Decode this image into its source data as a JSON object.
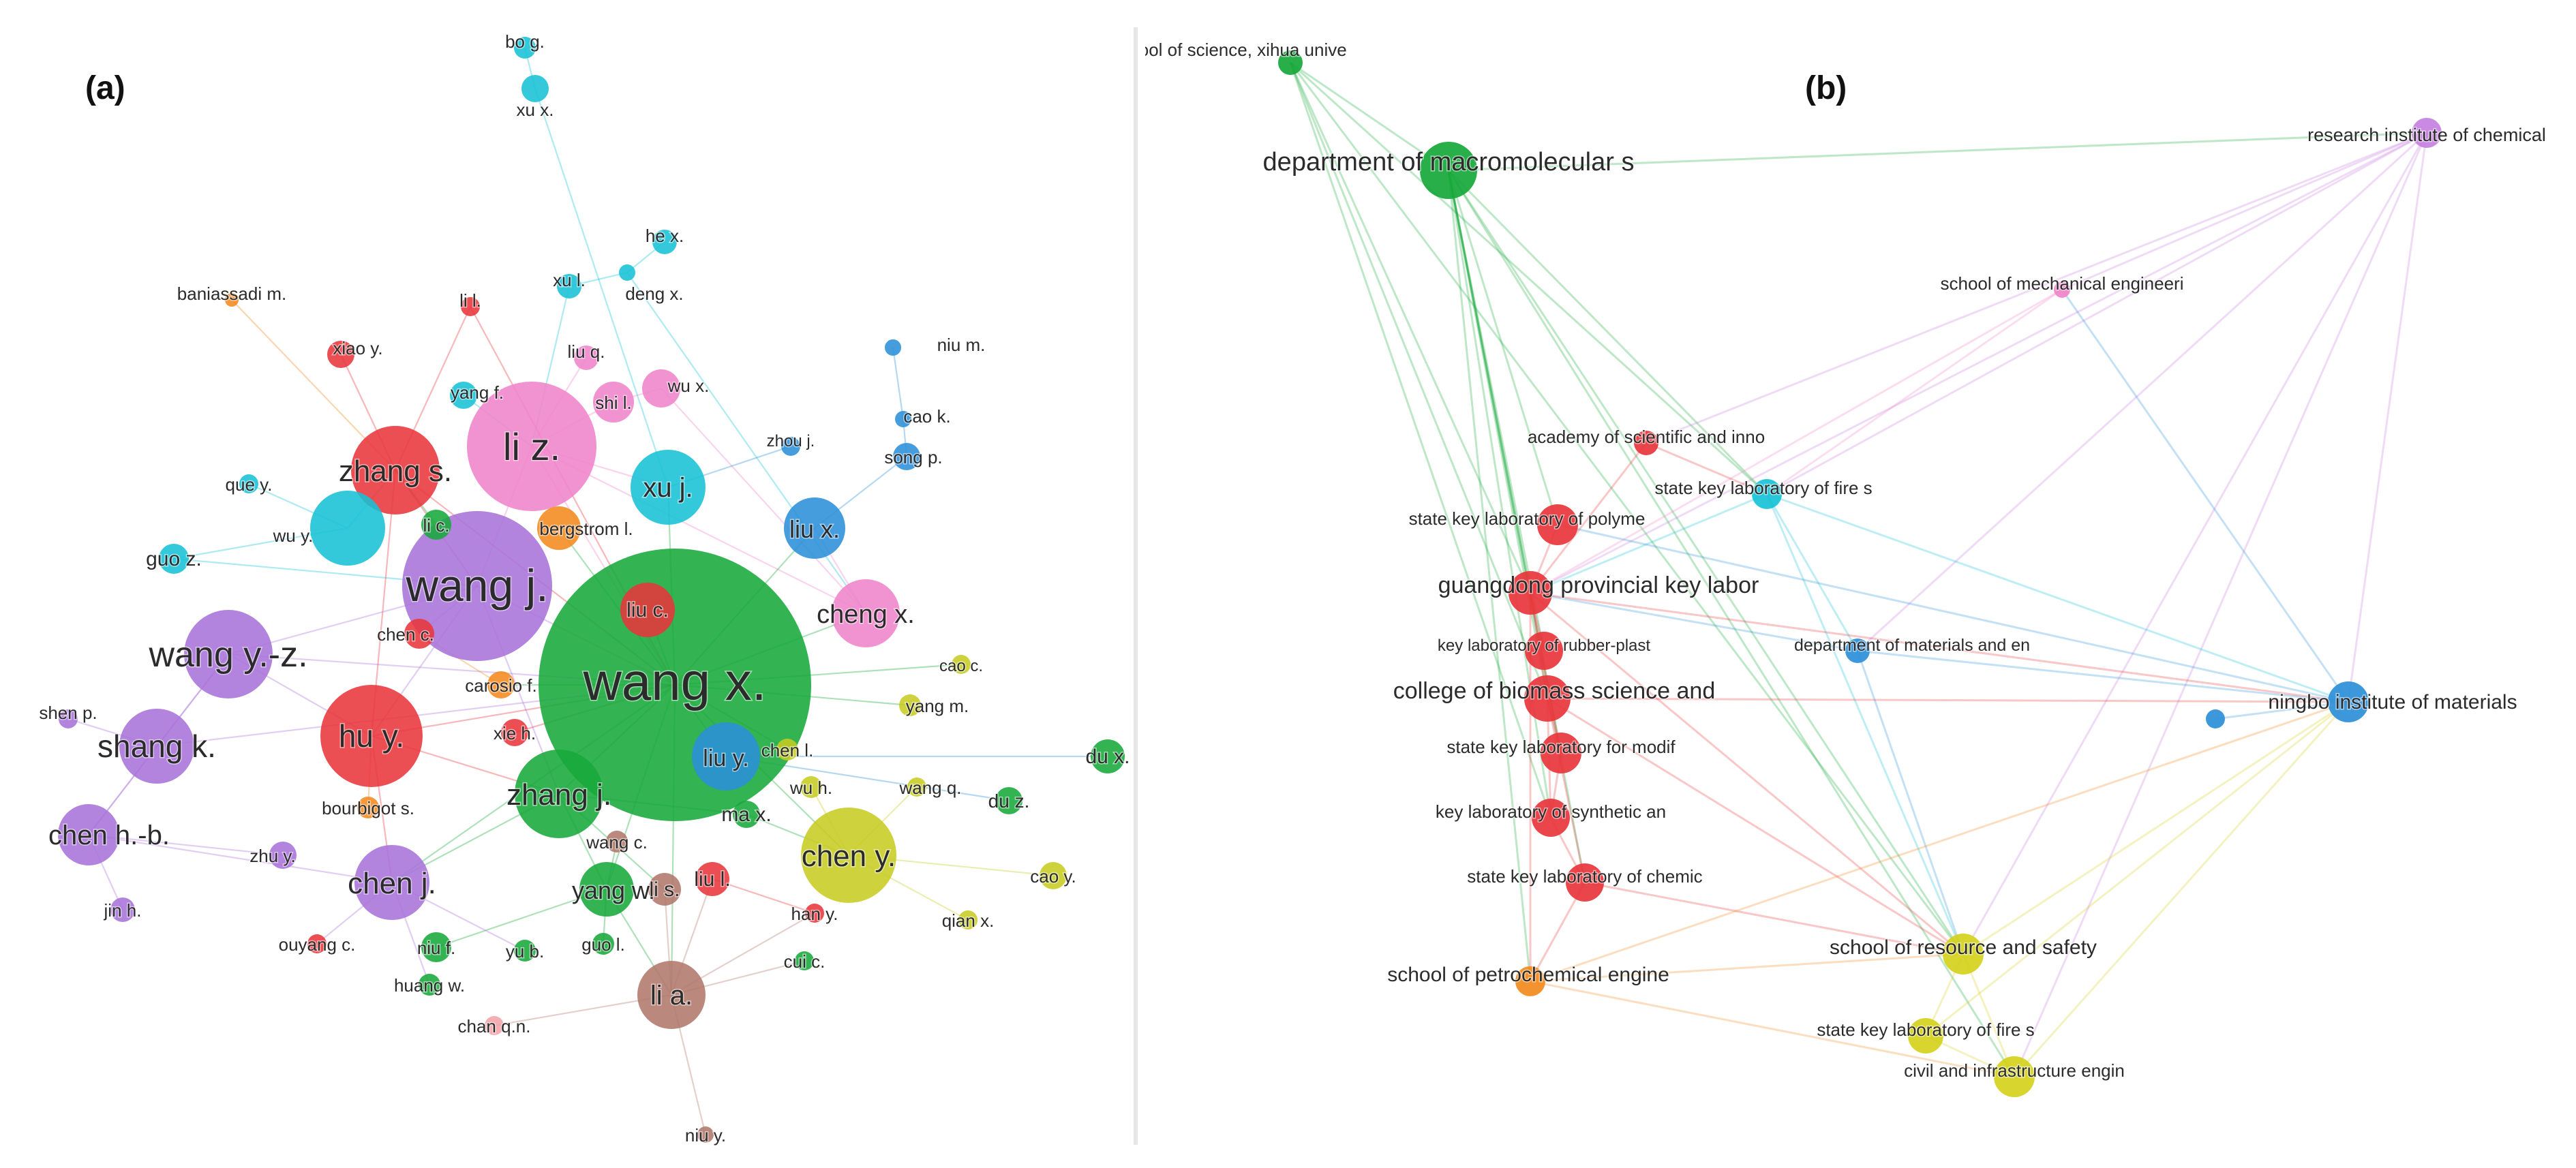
{
  "panel_a": {
    "label": "(a)",
    "colors": {
      "red": "#e8353b",
      "green": "#17a83a",
      "blue": "#2b8fd8",
      "cyan": "#17c2d6",
      "purple": "#a973d9",
      "pink": "#ef84c9",
      "yellow": "#c6cc22",
      "orange": "#f28a1e",
      "brown": "#b0776b",
      "lightpink": "#f4a3a8"
    },
    "nodes": [
      {
        "id": "wang x.",
        "label": "wang x.",
        "c": "green"
      },
      {
        "id": "wang j.",
        "label": "wang j.",
        "c": "purple"
      },
      {
        "id": "li z.",
        "label": "li z.",
        "c": "pink"
      },
      {
        "id": "zhang s.",
        "label": "zhang s.",
        "c": "red"
      },
      {
        "id": "wang y.-z.",
        "label": "wang y.-z.",
        "c": "purple"
      },
      {
        "id": "shang k.",
        "label": "shang k.",
        "c": "purple"
      },
      {
        "id": "hu y.",
        "label": "hu y.",
        "c": "red"
      },
      {
        "id": "chen h.-b.",
        "label": "chen h.-b.",
        "c": "purple"
      },
      {
        "id": "chen j.",
        "label": "chen j.",
        "c": "purple"
      },
      {
        "id": "zhang j.",
        "label": "zhang j.",
        "c": "green"
      },
      {
        "id": "chen y.",
        "label": "chen y.",
        "c": "yellow"
      },
      {
        "id": "cheng x.",
        "label": "cheng x.",
        "c": "pink"
      },
      {
        "id": "xu j.",
        "label": "xu j.",
        "c": "cyan"
      },
      {
        "id": "liu x.",
        "label": "liu x.",
        "c": "blue"
      },
      {
        "id": "li a.",
        "label": "li a.",
        "c": "brown"
      },
      {
        "id": "yang w.",
        "label": "yang w.",
        "c": "green"
      },
      {
        "id": "liu y.",
        "label": "liu y.",
        "c": "blue"
      },
      {
        "id": "liu c.",
        "label": "liu c.",
        "c": "red"
      },
      {
        "id": "bo g.",
        "label": "bo g.",
        "c": "cyan"
      },
      {
        "id": "xu x.",
        "label": "xu x.",
        "c": "cyan"
      },
      {
        "id": "he x.",
        "label": "he x.",
        "c": "cyan"
      },
      {
        "id": "xu l.",
        "label": "xu l.",
        "c": "cyan"
      },
      {
        "id": "deng x.",
        "label": "deng x.",
        "c": "cyan"
      },
      {
        "id": "baniassadi m.",
        "label": "baniassadi m.",
        "c": "orange"
      },
      {
        "id": "li l.",
        "label": "li l.",
        "c": "red"
      },
      {
        "id": "xiao y.",
        "label": "xiao y.",
        "c": "red"
      },
      {
        "id": "liu q.",
        "label": "liu q.",
        "c": "pink"
      },
      {
        "id": "niu m.",
        "label": "niu m.",
        "c": "blue"
      },
      {
        "id": "wu x.",
        "label": "wu x.",
        "c": "pink"
      },
      {
        "id": "yang f.",
        "label": "yang f.",
        "c": "cyan"
      },
      {
        "id": "shi l.",
        "label": "shi l.",
        "c": "pink"
      },
      {
        "id": "cao k.",
        "label": "cao k.",
        "c": "blue"
      },
      {
        "id": "zhou j.",
        "label": "zhou j.",
        "c": "blue"
      },
      {
        "id": "song p.",
        "label": "song p.",
        "c": "blue"
      },
      {
        "id": "que y.",
        "label": "que y.",
        "c": "cyan"
      },
      {
        "id": "wu y.",
        "label": "wu y.",
        "c": "cyan"
      },
      {
        "id": "li c.",
        "label": "li c.",
        "c": "green"
      },
      {
        "id": "bergstrom l.",
        "label": "bergstrom l.",
        "c": "orange"
      },
      {
        "id": "guo z.",
        "label": "guo z.",
        "c": "cyan"
      },
      {
        "id": "chen c.",
        "label": "chen c.",
        "c": "red"
      },
      {
        "id": "carosio f.",
        "label": "carosio f.",
        "c": "orange"
      },
      {
        "id": "cao c.",
        "label": "cao c.",
        "c": "yellow"
      },
      {
        "id": "yang m.",
        "label": "yang m.",
        "c": "yellow"
      },
      {
        "id": "shen p.",
        "label": "shen p.",
        "c": "purple"
      },
      {
        "id": "xie h.",
        "label": "xie h.",
        "c": "red"
      },
      {
        "id": "du x.",
        "label": "du x.",
        "c": "green"
      },
      {
        "id": "chen l.",
        "label": "chen l.",
        "c": "yellow"
      },
      {
        "id": "wu h.",
        "label": "wu h.",
        "c": "yellow"
      },
      {
        "id": "wang q.",
        "label": "wang q.",
        "c": "yellow"
      },
      {
        "id": "du z.",
        "label": "du z.",
        "c": "green"
      },
      {
        "id": "bourbigot s.",
        "label": "bourbigot s.",
        "c": "orange"
      },
      {
        "id": "ma x.",
        "label": "ma x.",
        "c": "green"
      },
      {
        "id": "zhu y.",
        "label": "zhu y.",
        "c": "purple"
      },
      {
        "id": "wang c.",
        "label": "wang c.",
        "c": "brown"
      },
      {
        "id": "cao y.",
        "label": "cao y.",
        "c": "yellow"
      },
      {
        "id": "jin h.",
        "label": "jin h.",
        "c": "purple"
      },
      {
        "id": "li s.",
        "label": "li s.",
        "c": "brown"
      },
      {
        "id": "liu l.",
        "label": "liu l.",
        "c": "red"
      },
      {
        "id": "han y.",
        "label": "han y.",
        "c": "red"
      },
      {
        "id": "qian x.",
        "label": "qian x.",
        "c": "yellow"
      },
      {
        "id": "ouyang c.",
        "label": "ouyang c.",
        "c": "red"
      },
      {
        "id": "niu f.",
        "label": "niu f.",
        "c": "green"
      },
      {
        "id": "yu b.",
        "label": "yu b.",
        "c": "green"
      },
      {
        "id": "guo l.",
        "label": "guo l.",
        "c": "green"
      },
      {
        "id": "cui c.",
        "label": "cui c.",
        "c": "green"
      },
      {
        "id": "huang w.",
        "label": "huang w.",
        "c": "green"
      },
      {
        "id": "chan q.n.",
        "label": "chan q.n.",
        "c": "lightpink"
      },
      {
        "id": "niu y.",
        "label": "niu y.",
        "c": "brown"
      }
    ],
    "edges": [
      [
        "bo g.",
        "xu x."
      ],
      [
        "xu x.",
        "xu j."
      ],
      [
        "xu l.",
        "deng x."
      ],
      [
        "he x.",
        "deng x."
      ],
      [
        "xu l.",
        "li z."
      ],
      [
        "liu q.",
        "li z."
      ],
      [
        "li l.",
        "zhang s."
      ],
      [
        "li l.",
        "wang x."
      ],
      [
        "xiao y.",
        "zhang s."
      ],
      [
        "yang f.",
        "li z."
      ],
      [
        "li z.",
        "wang j."
      ],
      [
        "li z.",
        "wang x."
      ],
      [
        "li z.",
        "cheng x."
      ],
      [
        "li z.",
        "shi l."
      ],
      [
        "wu x.",
        "shi l."
      ],
      [
        "deng x.",
        "cheng x."
      ],
      [
        "wu x.",
        "cheng x."
      ],
      [
        "niu m.",
        "cao k."
      ],
      [
        "cao k.",
        "song p."
      ],
      [
        "song p.",
        "liu x."
      ],
      [
        "zhou j.",
        "xu j."
      ],
      [
        "que y.",
        "wu y."
      ],
      [
        "wu y.",
        "zhang s."
      ],
      [
        "guo z.",
        "wang j."
      ],
      [
        "guo z.",
        "wu y."
      ],
      [
        "zhang s.",
        "wang j."
      ],
      [
        "zhang s.",
        "hu y."
      ],
      [
        "zhang s.",
        "wang x."
      ],
      [
        "wang j.",
        "wang y.-z."
      ],
      [
        "wang j.",
        "wang x."
      ],
      [
        "wang j.",
        "hu y."
      ],
      [
        "wang j.",
        "chen c."
      ],
      [
        "wang j.",
        "zhang j."
      ],
      [
        "wang y.-z.",
        "shang k."
      ],
      [
        "wang y.-z.",
        "chen h.-b."
      ],
      [
        "wang y.-z.",
        "wang x."
      ],
      [
        "wang y.-z.",
        "hu y."
      ],
      [
        "shen p.",
        "shang k."
      ],
      [
        "shang k.",
        "chen h.-b."
      ],
      [
        "shang k.",
        "wang x."
      ],
      [
        "chen h.-b.",
        "jin h."
      ],
      [
        "chen h.-b.",
        "zhu y."
      ],
      [
        "chen h.-b.",
        "chen j."
      ],
      [
        "hu y.",
        "wang x."
      ],
      [
        "hu y.",
        "chen j."
      ],
      [
        "hu y.",
        "zhang j."
      ],
      [
        "wang x.",
        "liu c."
      ],
      [
        "wang x.",
        "zhang j."
      ],
      [
        "wang x.",
        "chen y."
      ],
      [
        "wang x.",
        "cheng x."
      ],
      [
        "wang x.",
        "liu y."
      ],
      [
        "wang x.",
        "xu j."
      ],
      [
        "wang x.",
        "liu x."
      ],
      [
        "wang x.",
        "cao c."
      ],
      [
        "wang x.",
        "yang m."
      ],
      [
        "wang x.",
        "chen l."
      ],
      [
        "wang x.",
        "carosio f."
      ],
      [
        "wang x.",
        "bergstrom l."
      ],
      [
        "wang x.",
        "yang w."
      ],
      [
        "wang x.",
        "li a."
      ],
      [
        "wang x.",
        "chen j."
      ],
      [
        "liu y.",
        "du x."
      ],
      [
        "liu y.",
        "du z."
      ],
      [
        "chen y.",
        "wang q."
      ],
      [
        "chen y.",
        "cao y."
      ],
      [
        "chen y.",
        "qian x."
      ],
      [
        "chen y.",
        "wu h."
      ],
      [
        "zhang j.",
        "yang w."
      ],
      [
        "zhang j.",
        "ma x."
      ],
      [
        "zhang j.",
        "li s."
      ],
      [
        "zhang j.",
        "chen j."
      ],
      [
        "yang w.",
        "wang c."
      ],
      [
        "yang w.",
        "niu f."
      ],
      [
        "yang w.",
        "guo l."
      ],
      [
        "yang w.",
        "li a."
      ],
      [
        "li a.",
        "li s."
      ],
      [
        "li a.",
        "liu l."
      ],
      [
        "li a.",
        "chan q.n."
      ],
      [
        "li a.",
        "niu y."
      ],
      [
        "li a.",
        "han y."
      ],
      [
        "li a.",
        "cui c."
      ],
      [
        "chen j.",
        "ouyang c."
      ],
      [
        "chen j.",
        "huang w."
      ],
      [
        "chen j.",
        "yu b."
      ],
      [
        "liu l.",
        "han y."
      ],
      [
        "cheng x.",
        "liu x."
      ],
      [
        "li z.",
        "xu j."
      ],
      [
        "baniassadi m.",
        "zhang s."
      ],
      [
        "bourbigot s.",
        "hu y."
      ],
      [
        "xie h.",
        "wang x."
      ],
      [
        "carosio f.",
        "chen c."
      ],
      [
        "li c.",
        "zhang s."
      ],
      [
        "ma x.",
        "chen y."
      ]
    ]
  },
  "panel_b": {
    "label": "(b)",
    "colors": {
      "red": "#e8353b",
      "green": "#17a83a",
      "blue": "#2b8fd8",
      "cyan": "#17c2d6",
      "purple": "#c57fe0",
      "yellow": "#d4d11c",
      "orange": "#f28a1e",
      "pink": "#ef84c9"
    },
    "nodes": [
      {
        "id": "sci",
        "label": "school of science, xihua unive",
        "c": "green"
      },
      {
        "id": "macro",
        "label": "department of macromolecular s",
        "c": "green"
      },
      {
        "id": "ric",
        "label": "research institute of chemical",
        "c": "purple"
      },
      {
        "id": "mech",
        "label": "school of mechanical engineeri",
        "c": "pink"
      },
      {
        "id": "acad",
        "label": "academy of scientific and inno",
        "c": "red"
      },
      {
        "id": "fire1",
        "label": "state key laboratory of fire s",
        "c": "cyan"
      },
      {
        "id": "polyme",
        "label": "state key laboratory of polyme",
        "c": "red"
      },
      {
        "id": "guang",
        "label": "guangdong provincial key labor",
        "c": "red"
      },
      {
        "id": "rubber",
        "label": "key laboratory of rubber-plast",
        "c": "red"
      },
      {
        "id": "mat",
        "label": "department of materials and en",
        "c": "blue"
      },
      {
        "id": "ningbo",
        "label": "ningbo institute of materials",
        "c": "blue"
      },
      {
        "id": "biomass",
        "label": "college of biomass science and",
        "c": "red"
      },
      {
        "id": "modif",
        "label": "state key laboratory for modif",
        "c": "red"
      },
      {
        "id": "synth",
        "label": "key laboratory of synthetic an",
        "c": "red"
      },
      {
        "id": "chemic",
        "label": "state key laboratory of chemic",
        "c": "red"
      },
      {
        "id": "petro",
        "label": "school of petrochemical engine",
        "c": "orange"
      },
      {
        "id": "resource",
        "label": "school of resource and safety",
        "c": "yellow"
      },
      {
        "id": "fire2",
        "label": "state key laboratory of fire s",
        "c": "yellow"
      },
      {
        "id": "civil",
        "label": "civil and infrastructure engin",
        "c": "yellow"
      },
      {
        "id": "b-lone",
        "label": "",
        "c": "blue"
      }
    ],
    "edges": [
      [
        "sci",
        "macro"
      ],
      [
        "sci",
        "guang"
      ],
      [
        "sci",
        "biomass"
      ],
      [
        "sci",
        "fire1"
      ],
      [
        "sci",
        "resource"
      ],
      [
        "sci",
        "synth"
      ],
      [
        "macro",
        "guang"
      ],
      [
        "macro",
        "polyme"
      ],
      [
        "macro",
        "biomass"
      ],
      [
        "macro",
        "modif"
      ],
      [
        "macro",
        "chemic"
      ],
      [
        "macro",
        "ric"
      ],
      [
        "macro",
        "fire1"
      ],
      [
        "macro",
        "resource"
      ],
      [
        "macro",
        "civil"
      ],
      [
        "macro",
        "petro"
      ],
      [
        "macro",
        "synth"
      ],
      [
        "macro",
        "rubber"
      ],
      [
        "ric",
        "mech"
      ],
      [
        "ric",
        "guang"
      ],
      [
        "ric",
        "fire1"
      ],
      [
        "ric",
        "ningbo"
      ],
      [
        "ric",
        "civil"
      ],
      [
        "ric",
        "resource"
      ],
      [
        "ric",
        "mat"
      ],
      [
        "ric",
        "acad"
      ],
      [
        "mech",
        "guang"
      ],
      [
        "mech",
        "fire1"
      ],
      [
        "acad",
        "guang"
      ],
      [
        "acad",
        "fire1"
      ],
      [
        "fire1",
        "guang"
      ],
      [
        "fire1",
        "ningbo"
      ],
      [
        "fire1",
        "mat"
      ],
      [
        "fire1",
        "resource"
      ],
      [
        "polyme",
        "guang"
      ],
      [
        "guang",
        "biomass"
      ],
      [
        "guang",
        "modif"
      ],
      [
        "guang",
        "ningbo"
      ],
      [
        "guang",
        "resource"
      ],
      [
        "guang",
        "petro"
      ],
      [
        "guang",
        "rubber"
      ],
      [
        "biomass",
        "modif"
      ],
      [
        "biomass",
        "synth"
      ],
      [
        "biomass",
        "chemic"
      ],
      [
        "biomass",
        "ningbo"
      ],
      [
        "biomass",
        "resource"
      ],
      [
        "modif",
        "synth"
      ],
      [
        "synth",
        "chemic"
      ],
      [
        "chemic",
        "petro"
      ],
      [
        "chemic",
        "resource"
      ],
      [
        "petro",
        "resource"
      ],
      [
        "petro",
        "civil"
      ],
      [
        "resource",
        "fire2"
      ],
      [
        "resource",
        "civil"
      ],
      [
        "resource",
        "ningbo"
      ],
      [
        "fire2",
        "civil"
      ],
      [
        "fire2",
        "ningbo"
      ],
      [
        "civil",
        "ningbo"
      ],
      [
        "mat",
        "ningbo"
      ],
      [
        "mat",
        "resource"
      ],
      [
        "mat",
        "guang"
      ],
      [
        "ningbo",
        "b-lone"
      ],
      [
        "ningbo",
        "mech"
      ],
      [
        "ningbo",
        "polyme"
      ],
      [
        "petro",
        "ningbo"
      ]
    ]
  }
}
